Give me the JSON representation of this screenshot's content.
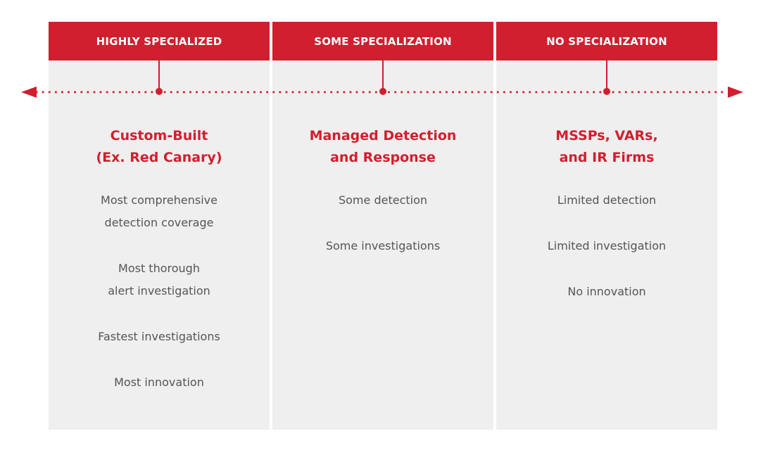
{
  "columns": [
    {
      "header": "HIGHLY SPECIALIZED",
      "title": "Custom-Built\n(Ex. Red Canary)",
      "items": [
        "Most comprehensive\ndetection coverage",
        "Most thorough\nalert investigation",
        "Fastest investigations",
        "Most innovation"
      ]
    },
    {
      "header": "SOME SPECIALIZATION",
      "title": "Managed Detection\nand Response",
      "items": [
        "Some detection",
        "Some investigations"
      ]
    },
    {
      "header": "NO SPECIALIZATION",
      "title": "MSSPs, VARs,\nand IR Firms",
      "items": [
        "Limited detection",
        "Limited investigation",
        "No innovation"
      ]
    }
  ],
  "colors": {
    "accent": "#d01f2e",
    "panel": "#efefef",
    "text": "#555555"
  },
  "icons": {
    "left_arrow": "arrow-left-icon",
    "right_arrow": "arrow-right-icon"
  }
}
